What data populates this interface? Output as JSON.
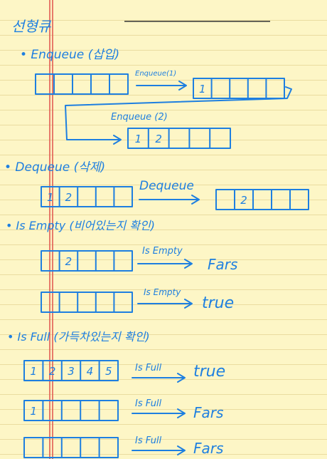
{
  "title": "선형큐",
  "sections": {
    "enqueue": {
      "heading": "• Enqueue (삽입)",
      "op1": "Enqueue(1)",
      "op2": "Enqueue (2)",
      "after1": [
        "1",
        "",
        "",
        "",
        ""
      ],
      "after2": [
        "1",
        "2",
        "",
        "",
        ""
      ]
    },
    "dequeue": {
      "heading": "• Dequeue (삭제)",
      "op": "Dequeue",
      "before": [
        "1",
        "2",
        "",
        "",
        ""
      ],
      "after": [
        "",
        "2",
        "",
        "",
        ""
      ]
    },
    "isempty": {
      "heading": "• Is Empty (비어있는지 확인)",
      "op1": "Is Empty",
      "result1": "Fars",
      "op2": "Is Empty",
      "result2": "true",
      "q1": [
        "",
        "2",
        "",
        "",
        ""
      ]
    },
    "isfull": {
      "heading": "• Is Full (가득차있는지 확인)",
      "op1": "Is Full",
      "result1": "true",
      "op2": "Is Full",
      "result2": "Fars",
      "op3": "Is Full",
      "result3": "Fars",
      "q1": [
        "1",
        "2",
        "3",
        "4",
        "5"
      ],
      "q2": [
        "1",
        "",
        "",
        "",
        ""
      ]
    }
  }
}
